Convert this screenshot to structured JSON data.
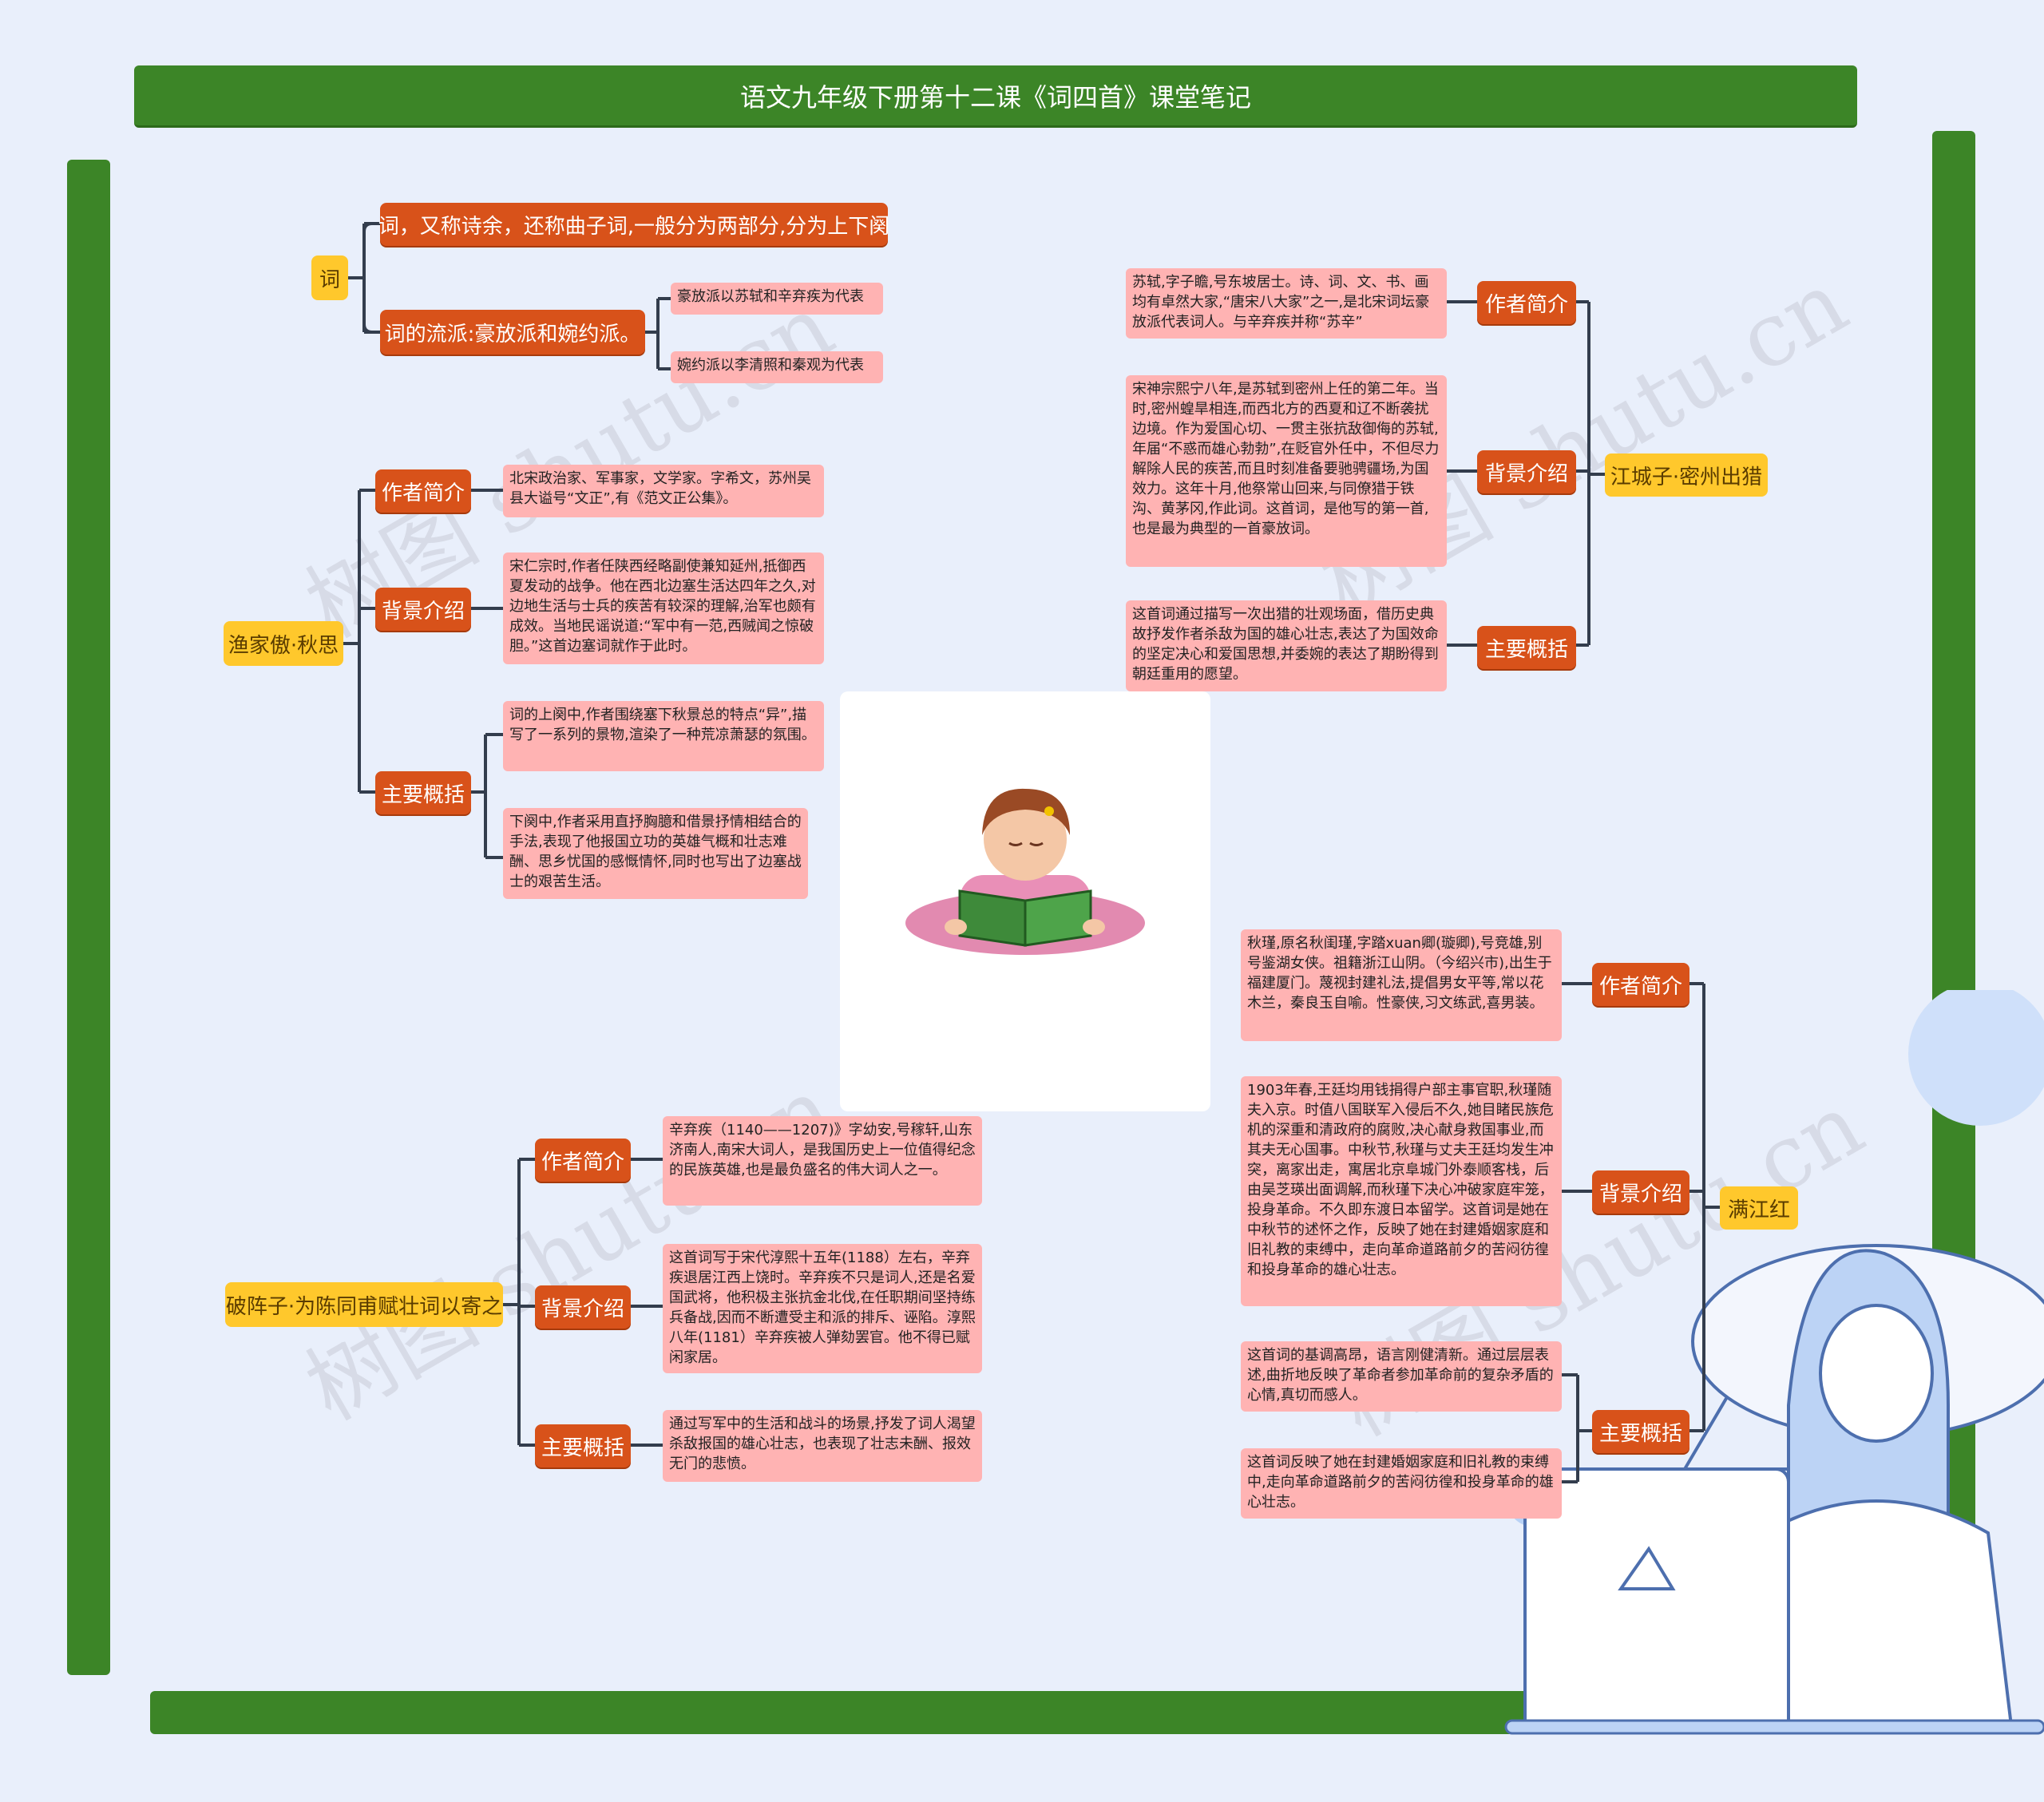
{
  "title": "语文九年级下册第十二课《词四首》课堂笔记",
  "colors": {
    "frame": "#3c8527",
    "yellow": "#ffc82c",
    "orange": "#d8521a",
    "pink": "#ffb3b3",
    "line": "#333d4d"
  },
  "watermark": "树图 shutu.cn",
  "ci": {
    "label": "词",
    "def": "词，又称诗余，还称曲子词,一般分为两部分,分为上下阕",
    "school": "词的流派:豪放派和婉约派。",
    "haofang": "豪放派以苏轼和辛弃疾为代表",
    "wanyue": "婉约派以李清照和秦观为代表"
  },
  "yujia": {
    "label": "渔家傲·秋思",
    "author_label": "作者简介",
    "author": "北宋政治家、军事家，文学家。字希文，苏州吴县大谥号“文正”,有《范文正公集》。",
    "bg_label": "背景介绍",
    "bg": "宋仁宗时,作者任陕西经略副使兼知延州,抵御西夏发动的战争。他在西北边塞生活达四年之久,对边地生活与士兵的疾苦有较深的理解,治军也颇有成效。当地民谣说道:“军中有一范,西贼闻之惊破胆。”这首边塞词就作于此时。",
    "main_label": "主要概括",
    "main1": "词的上阕中,作者围绕塞下秋景总的特点“异”,描写了一系列的景物,渲染了一种荒凉萧瑟的氛围。",
    "main2": "下阕中,作者采用直抒胸臆和借景抒情相结合的手法,表现了他报国立功的英雄气概和壮志难酬、思乡忧国的感慨情怀,同时也写出了边塞战士的艰苦生活。"
  },
  "pozhen": {
    "label": "破阵子·为陈同甫赋壮词以寄之",
    "author_label": "作者简介",
    "author": "辛弃疾（1140——1207)》字幼安,号稼轩,山东济南人,南宋大词人，是我国历史上一位值得纪念的民族英雄,也是最负盛名的伟大词人之一。",
    "bg_label": "背景介绍",
    "bg": "这首词写于宋代淳熙十五年(1188）左右，辛弃疾退居江西上饶时。辛弃疾不只是词人,还是名爱国武将，他积极主张抗金北伐,在任职期间坚持练兵备战,因而不断遭受主和派的排斥、诬陷。淳熙八年(1181）辛弃疾被人弹劾罢官。他不得已赋闲家居。",
    "main_label": "主要概括",
    "main": "通过写军中的生活和战斗的场景,抒发了词人渴望杀敌报国的雄心壮志，也表现了壮志未酬、报效无门的悲愤。"
  },
  "jiangcheng": {
    "label": "江城子·密州出猎",
    "author_label": "作者简介",
    "author": "苏轼,字子瞻,号东坡居士。诗、词、文、书、画均有卓然大家,“唐宋八大家”之一,是北宋词坛豪放派代表词人。与辛弃疾并称“苏辛”",
    "bg_label": "背景介绍",
    "bg": "宋神宗熙宁八年,是苏轼到密州上任的第二年。当时,密州蝗旱相连,而西北方的西夏和辽不断袭扰边境。作为爱国心切、一贯主张抗敌御侮的苏轼,年届“不惑而雄心勃勃”,在贬官外任中，不但尽力解除人民的疾苦,而且时刻准备要驰骋疆场,为国效力。这年十月,他祭常山回来,与同僚猎于铁沟、黄茅冈,作此词。这首词，是他写的第一首,也是最为典型的一首豪放词。",
    "main_label": "主要概括",
    "main": "这首词通过描写一次出猎的壮观场面，借历史典故抒发作者杀敌为国的雄心壮志,表达了为国效命的坚定决心和爱国思想,并委婉的表达了期盼得到朝廷重用的愿望。"
  },
  "manjiang": {
    "label": "满江红",
    "author_label": "作者简介",
    "author": "秋瑾,原名秋闺瑾,字踏xuan卿(璇卿),号竞雄,别号鉴湖女侠。祖籍浙江山阴。（今绍兴市),出生于福建厦门。蔑视封建礼法,提倡男女平等,常以花木兰，秦良玉自喻。性豪侠,习文练武,喜男装。",
    "bg_label": "背景介绍",
    "bg": "1903年春,王廷均用钱捐得户部主事官职,秋瑾随夫入京。时值八国联军入侵后不久,她目睹民族危机的深重和清政府的腐败,决心献身救国事业,而其夫无心国事。中秋节,秋瑾与丈夫王廷均发生冲突，离家出走，寓居北京阜城门外泰顺客栈，后由吴芝瑛出面调解,而秋瑾下决心冲破家庭牢笼，投身革命。不久即东渡日本留学。这首词是她在中秋节的述怀之作，反映了她在封建婚姻家庭和旧礼教的束缚中，走向革命道路前夕的苦闷彷徨和投身革命的雄心壮志。",
    "main_label": "主要概括",
    "main1": "这首词的基调高昂，语言刚健清新。通过层层表述,曲折地反映了革命者参加革命前的复杂矛盾的心情,真切而感人。",
    "main2": "这首词反映了她在封建婚姻家庭和旧礼教的束缚中,走向革命道路前夕的苦闷彷徨和投身革命的雄心壮志。"
  }
}
